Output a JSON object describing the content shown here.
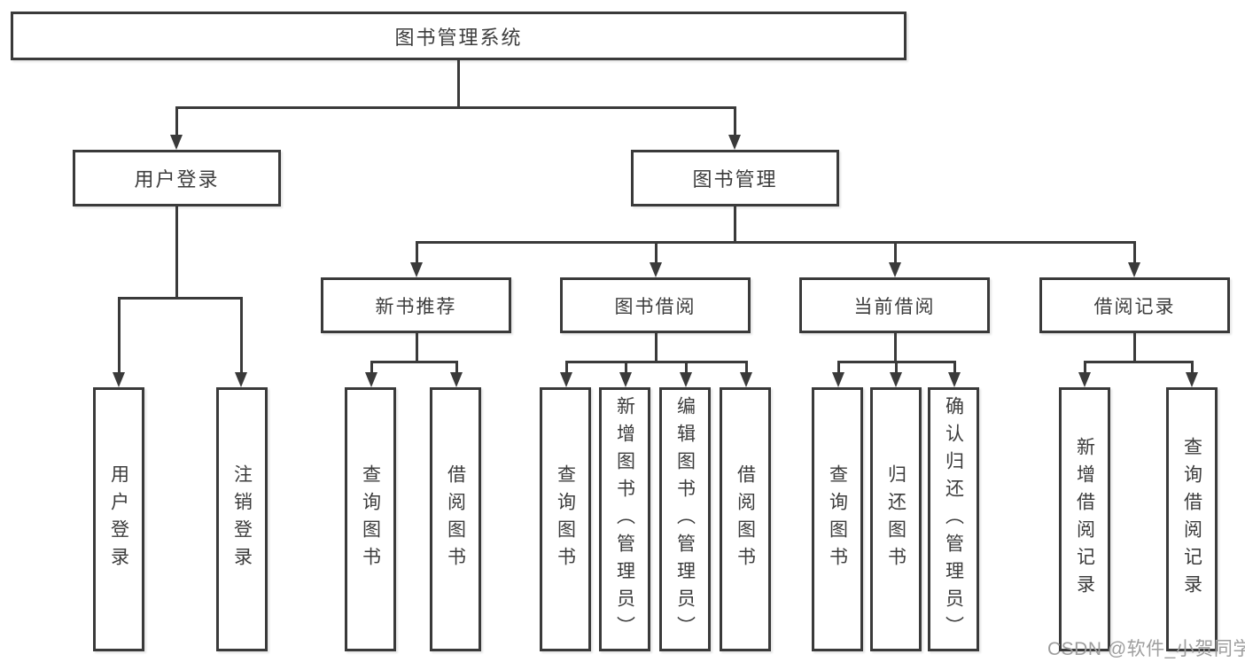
{
  "page": {
    "background": "#ffffff"
  },
  "colors": {
    "line": "#3a3a3a",
    "border": "#3a3a3a",
    "text": "#3c3c3c",
    "watermark": "#9e9e9e"
  },
  "watermark": {
    "text": "CSDN @软件_小贺同学"
  },
  "nodes": {
    "root": {
      "label": "图书管理系统"
    },
    "user_login": {
      "label": "用户登录"
    },
    "book_mgmt": {
      "label": "图书管理"
    },
    "new_book_rec": {
      "label": "新书推荐"
    },
    "book_borrow": {
      "label": "图书借阅"
    },
    "current_borrow": {
      "label": "当前借阅"
    },
    "borrow_record": {
      "label": "借阅记录"
    },
    "leaf_user_login": {
      "label": "用户登录"
    },
    "leaf_logout": {
      "label": "注销登录"
    },
    "leaf_nbr_query_book": {
      "label": "查询图书"
    },
    "leaf_nbr_borrow_book": {
      "label": "借阅图书"
    },
    "leaf_bb_query_book": {
      "label": "查询图书"
    },
    "leaf_bb_add_book": {
      "label": "新增图书（管理员）"
    },
    "leaf_bb_edit_book": {
      "label": "编辑图书（管理员）"
    },
    "leaf_bb_borrow_book": {
      "label": "借阅图书"
    },
    "leaf_cb_query_book": {
      "label": "查询图书"
    },
    "leaf_cb_return_book": {
      "label": "归还图书"
    },
    "leaf_cb_confirm_return": {
      "label": "确认归还（管理员）"
    },
    "leaf_br_add_record": {
      "label": "新增借阅记录"
    },
    "leaf_br_query_record": {
      "label": "查询借阅记录"
    }
  }
}
